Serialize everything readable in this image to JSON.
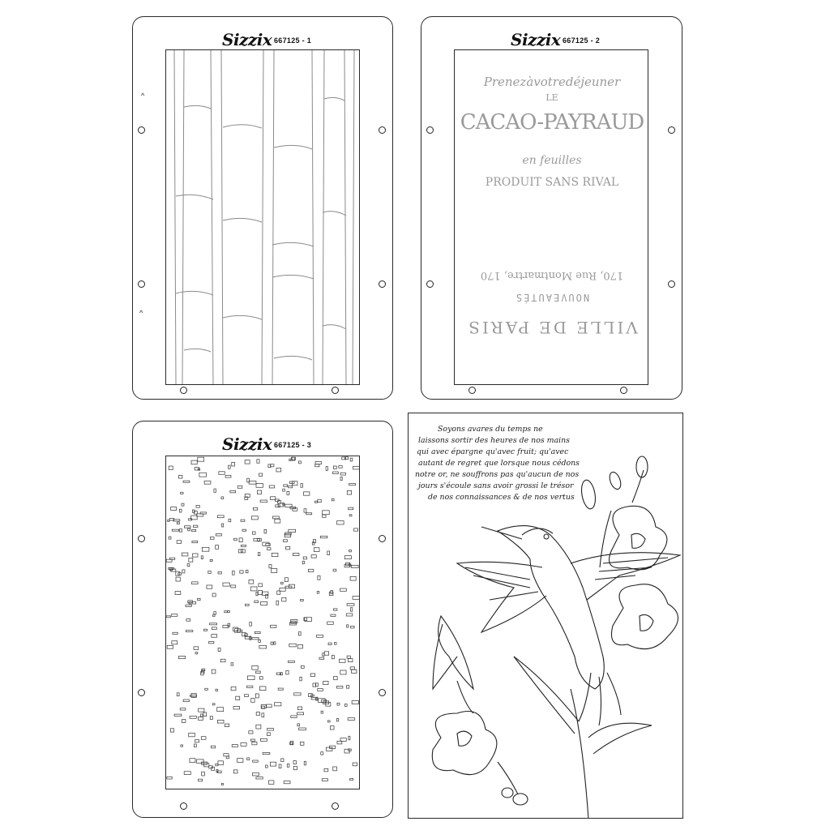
{
  "boards": [
    {
      "brand": "Sizzix",
      "code": "667125 - 1"
    },
    {
      "brand": "Sizzix",
      "code": "667125 - 2"
    },
    {
      "brand": "Sizzix",
      "code": "667125 - 3"
    }
  ],
  "stencil_text": {
    "line1": "Prenezàvotredéjeuner",
    "line2": "LE",
    "line3": "CACAO-PAYRAUD",
    "line4": "en feuilles",
    "line5": "PRODUIT SANS RIVAL",
    "line6": "170, Rue Montmartre, 170",
    "line7": "NOUVEAUTÉS",
    "line8": "VILLE DE PARIS"
  },
  "stamp_script": [
    "Soyons avares du temps ne",
    "laissons sortir des heures de nos mains",
    "qui avec épargne qu'avec fruit; qu'avec",
    "autant de regret que lorsque nous cédons",
    "notre or, ne souffrons pas qu'aucun de nos",
    "jours s'écoule sans avoir grossi le trésor",
    "de nos connaissances & de nos vertus"
  ],
  "colors": {
    "line": "#2a2a2a",
    "paper": "#ffffff",
    "ink": "#1a1a1a"
  }
}
